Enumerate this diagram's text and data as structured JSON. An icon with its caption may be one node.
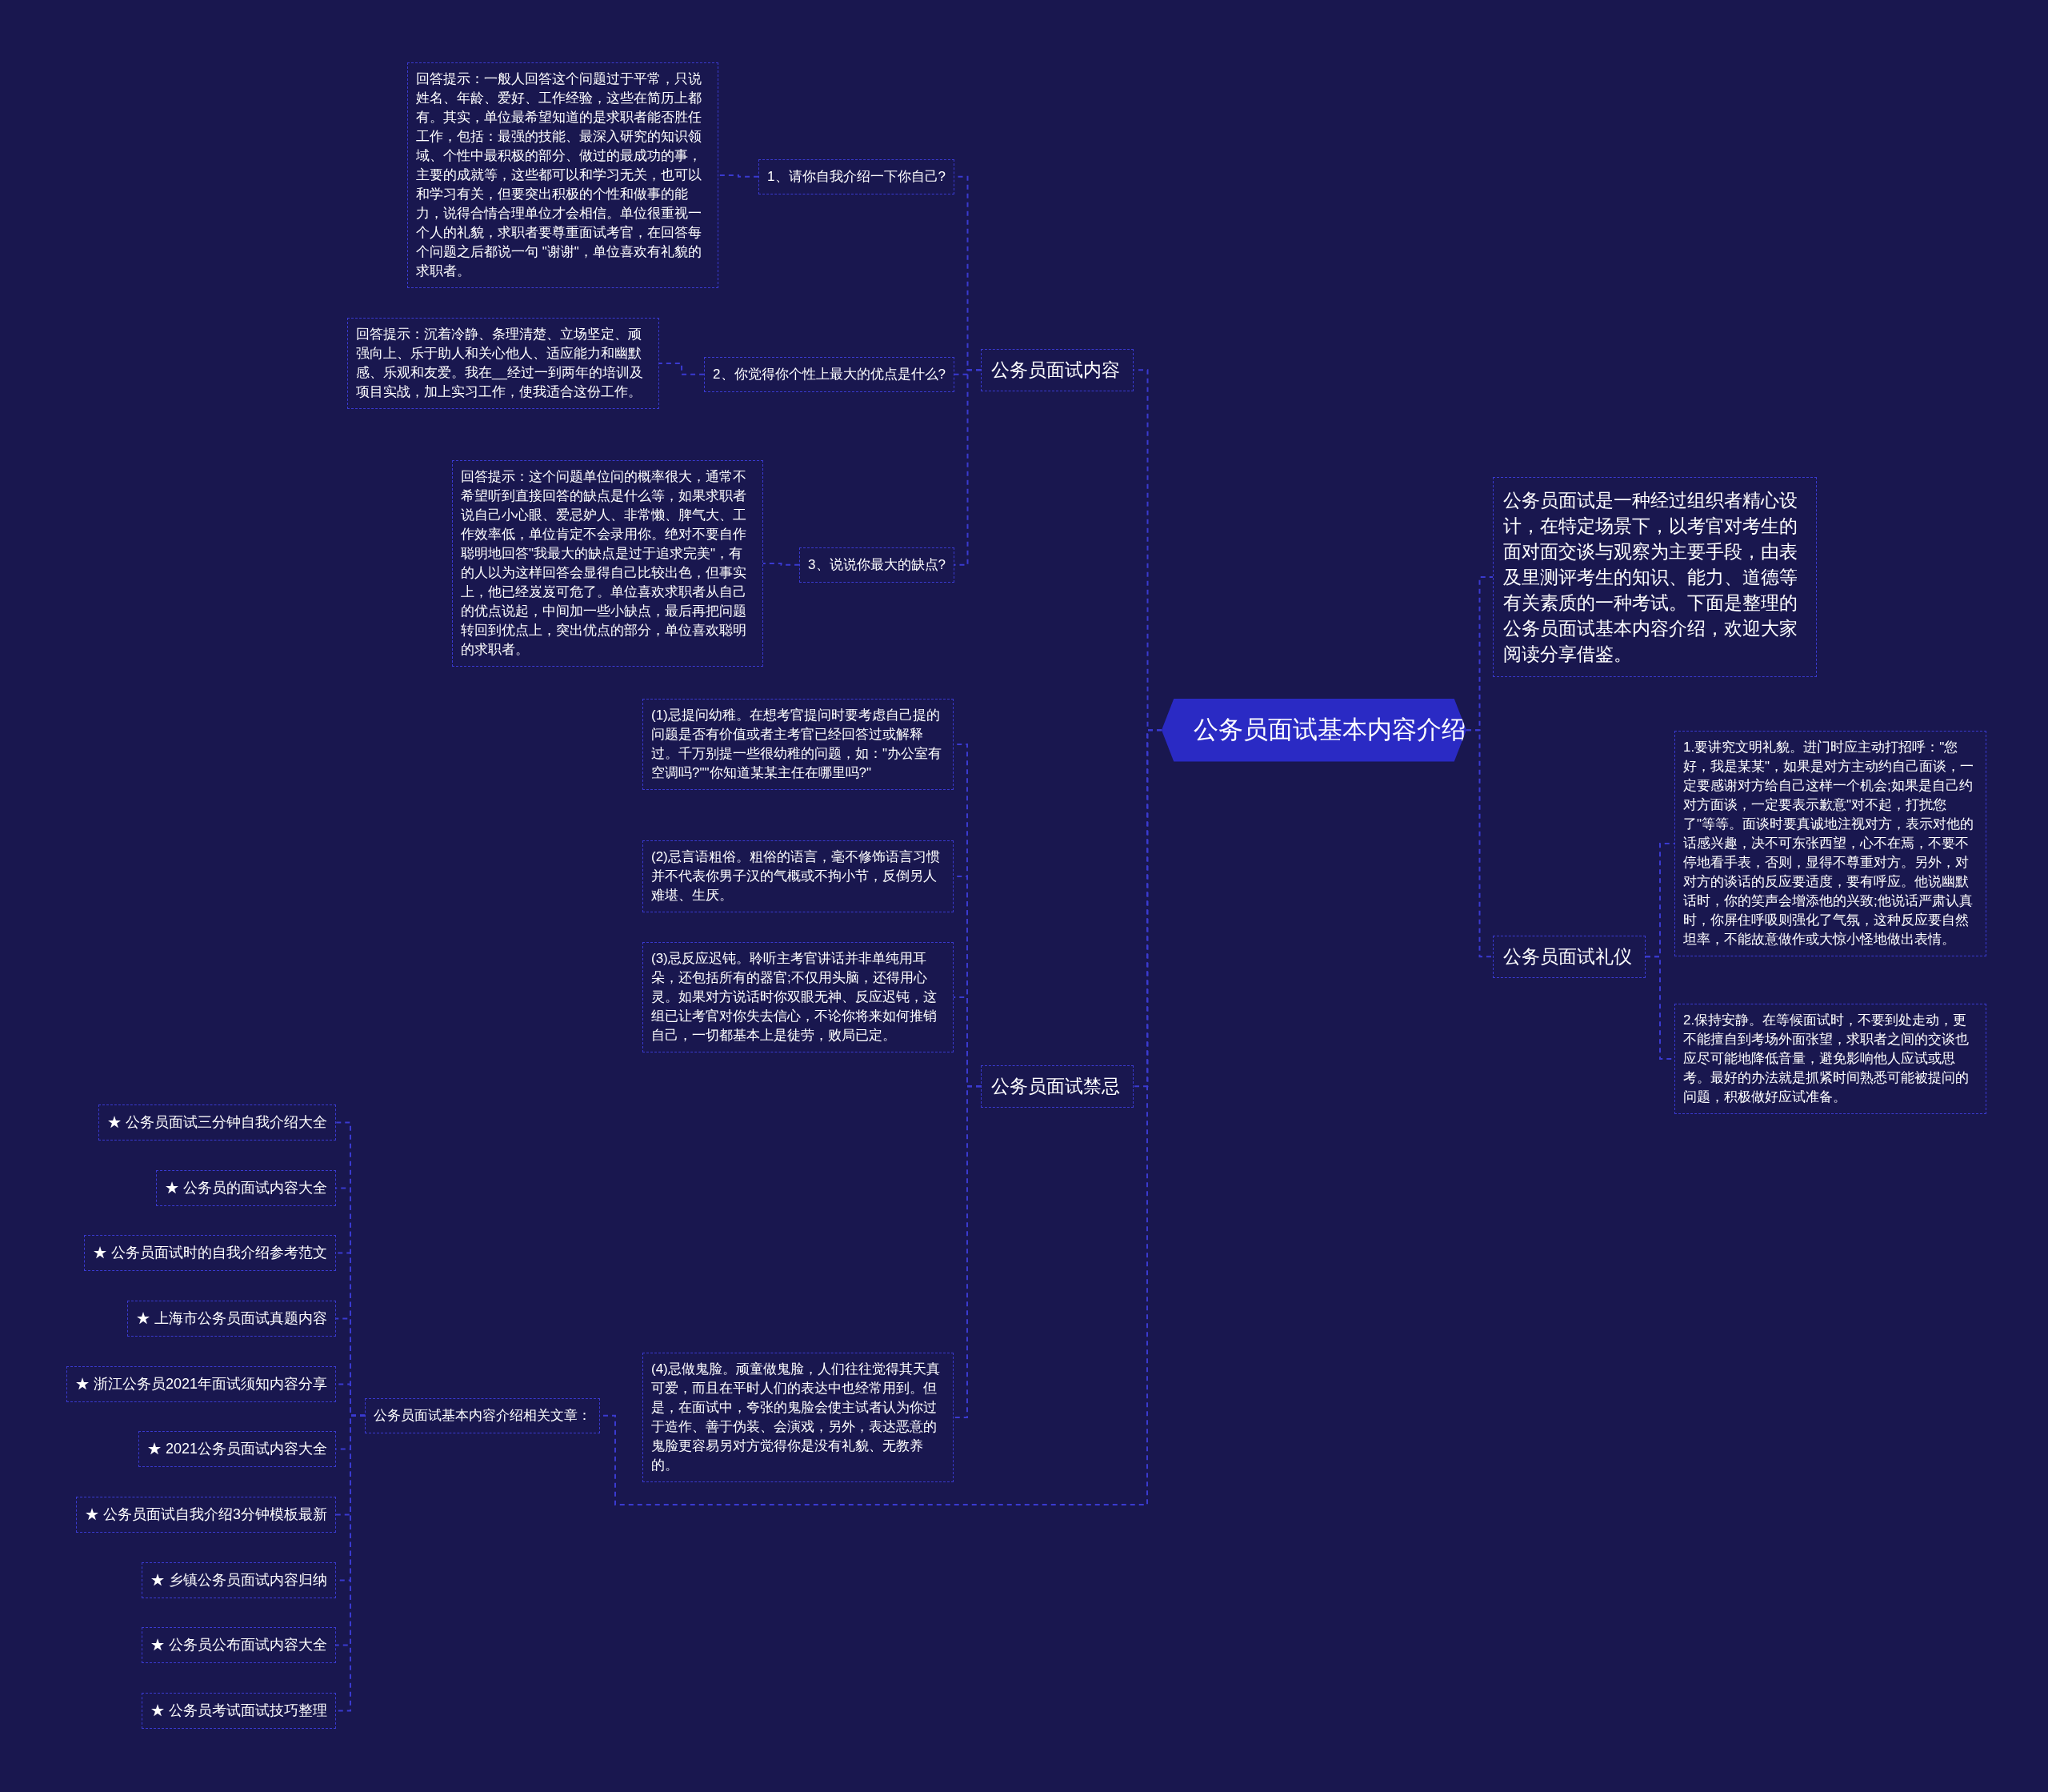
{
  "diagram": {
    "nodes": [
      {
        "text": [
          "公务员面试基本内容介绍"
        ]
      },
      {
        "text": [
          "公务员面试内容"
        ]
      },
      {
        "text": [
          "1、请你自我介绍一下你自己?"
        ]
      },
      {
        "text": [
          "回答提示：一般人回答这个问题过于平常，只说姓名、年龄、爱好、工作经验，这些在简历上都有。其实，单位最希望知道的是求职者能否胜任工作，包括：最强的技能、最深入研究的知识领域、个性中最积极的部分、做过的最成功的事，主要的成就等，这些都可以和学习无关，也可以和学习有关，但要突出积极的个性和做事的能力，说得合情合理单位才会相信。单位很重视一个人的礼貌，求职者要尊重面试考官，在回答每个问题之后都说一句 \"谢谢\"，单位喜欢有礼貌的求职者。"
        ]
      },
      {
        "text": [
          "2、你觉得你个性上最大的优点是什么?"
        ]
      },
      {
        "text": [
          "回答提示：沉着冷静、条理清楚、立场坚定、顽强向上、乐于助人和关心他人、适应能力和幽默感、乐观和友爱。我在__经过一到两年的培训及项目实战，加上实习工作，使我适合这份工作。"
        ]
      },
      {
        "text": [
          "3、说说你最大的缺点?"
        ]
      },
      {
        "text": [
          "回答提示：这个问题单位问的概率很大，通常不希望听到直接回答的缺点是什么等，如果求职者说自己小心眼、爱忌妒人、非常懒、脾气大、工作效率低，单位肯定不会录用你。绝对不要自作聪明地回答\"我最大的缺点是过于追求完美\"，有的人以为这样回答会显得自己比较出色，但事实上，他已经岌岌可危了。单位喜欢求职者从自己的优点说起，中间加一些小缺点，最后再把问题转回到优点上，突出优点的部分，单位喜欢聪明的求职者。"
        ]
      },
      {
        "text": [
          "公务员面试禁忌"
        ]
      },
      {
        "text": [
          "(1)忌提问幼稚。在想考官提问时要考虑自己提的问题是否有价值或者主考官已经回答过或解释过。千万别提一些很幼稚的问题，如：\"办公室有空调吗?\"\"你知道某某主任在哪里吗?\""
        ]
      },
      {
        "text": [
          "(2)忌言语粗俗。粗俗的语言，毫不修饰语言习惯并不代表你男子汉的气概或不拘小节，反倒另人难堪、生厌。"
        ]
      },
      {
        "text": [
          "(3)忌反应迟钝。聆听主考官讲话并非单纯用耳朵，还包括所有的器官;不仅用头脑，还得用心灵。如果对方说话时你双眼无神、反应迟钝，这组已让考官对你失去信心，不论你将来如何推销自己，一切都基本上是徒劳，败局已定。"
        ]
      },
      {
        "text": [
          "(4)忌做鬼脸。顽童做鬼脸，人们往往觉得其天真可爱，而且在平时人们的表达中也经常用到。但是，在面试中，夸张的鬼脸会使主试者认为你过于造作、善于伪装、会演戏，另外，表达恶意的鬼脸更容易另对方觉得你是没有礼貌、无教养的。"
        ]
      },
      {
        "text": [
          "公务员面试是一种经过组织者精心设计，在特定场景下，以考官对考生的面对面交谈与观察为主要手段，由表及里测评考生的知识、能力、道德等有关素质的一种考试。下面是整理的公务员面试基本内容介绍，欢迎大家阅读分享借鉴。"
        ]
      },
      {
        "text": [
          "公务员面试礼仪"
        ]
      },
      {
        "text": [
          "1.要讲究文明礼貌。进门时应主动打招呼：\"您好，我是某某\"，如果是对方主动约自己面谈，一定要感谢对方给自己这样一个机会;如果是自己约对方面谈，一定要表示歉意\"对不起，打扰您了\"等等。面谈时要真诚地注视对方，表示对他的话感兴趣，决不可东张西望，心不在焉，不要不停地看手表，否则，显得不尊重对方。另外，对对方的谈话的反应要适度，要有呼应。他说幽默话时，你的笑声会增添他的兴致;他说话严肃认真时，你屏住呼吸则强化了气氛，这种反应要自然坦率，不能故意做作或大惊小怪地做出表情。"
        ]
      },
      {
        "text": [
          "2.保持安静。在等候面试时，不要到处走动，更不能擅自到考场外面张望，求职者之间的交谈也应尽可能地降低音量，避免影响他人应试或思考。最好的办法就是抓紧时间熟悉可能被提问的问题，积极做好应试准备。"
        ]
      },
      {
        "text": [
          "公务员面试基本内容介绍相关文章："
        ]
      },
      {
        "text": [
          "★ 公务员面试三分钟自我介绍大全"
        ]
      },
      {
        "text": [
          "★ 公务员的面试内容大全"
        ]
      },
      {
        "text": [
          "★ 公务员面试时的自我介绍参考范文"
        ]
      },
      {
        "text": [
          "★ 上海市公务员面试真题内容"
        ]
      },
      {
        "text": [
          "★ 浙江公务员2021年面试须知内容分享"
        ]
      },
      {
        "text": [
          "★ 2021公务员面试内容大全"
        ]
      },
      {
        "text": [
          "★ 公务员面试自我介绍3分钟模板最新"
        ]
      },
      {
        "text": [
          "★ 乡镇公务员面试内容归纳"
        ]
      },
      {
        "text": [
          "★ 公务员公布面试内容大全"
        ]
      },
      {
        "text": [
          "★ 公务员考试面试技巧整理"
        ]
      }
    ],
    "edges": [
      {
        "from": 0,
        "to": 1,
        "arrow": "none"
      },
      {
        "from": 1,
        "to": 2,
        "arrow": "none"
      },
      {
        "from": 2,
        "to": 3,
        "arrow": "none"
      },
      {
        "from": 1,
        "to": 4,
        "arrow": "none"
      },
      {
        "from": 4,
        "to": 5,
        "arrow": "none"
      },
      {
        "from": 1,
        "to": 6,
        "arrow": "none"
      },
      {
        "from": 6,
        "to": 7,
        "arrow": "none"
      },
      {
        "from": 0,
        "to": 8,
        "arrow": "none"
      },
      {
        "from": 8,
        "to": 9,
        "arrow": "none"
      },
      {
        "from": 8,
        "to": 10,
        "arrow": "none"
      },
      {
        "from": 8,
        "to": 11,
        "arrow": "none"
      },
      {
        "from": 8,
        "to": 12,
        "arrow": "none"
      },
      {
        "from": 0,
        "to": 13,
        "arrow": "none"
      },
      {
        "from": 0,
        "to": 14,
        "arrow": "none"
      },
      {
        "from": 14,
        "to": 15,
        "arrow": "none"
      },
      {
        "from": 14,
        "to": 16,
        "arrow": "none"
      },
      {
        "from": 0,
        "to": 17,
        "arrow": "none"
      },
      {
        "from": 17,
        "to": 18,
        "arrow": "none"
      },
      {
        "from": 17,
        "to": 19,
        "arrow": "none"
      },
      {
        "from": 17,
        "to": 20,
        "arrow": "none"
      },
      {
        "from": 17,
        "to": 21,
        "arrow": "none"
      },
      {
        "from": 17,
        "to": 22,
        "arrow": "none"
      },
      {
        "from": 17,
        "to": 23,
        "arrow": "none"
      },
      {
        "from": 17,
        "to": 24,
        "arrow": "none"
      },
      {
        "from": 17,
        "to": 25,
        "arrow": "none"
      },
      {
        "from": 17,
        "to": 26,
        "arrow": "none"
      },
      {
        "from": 17,
        "to": 27,
        "arrow": "none"
      }
    ]
  }
}
